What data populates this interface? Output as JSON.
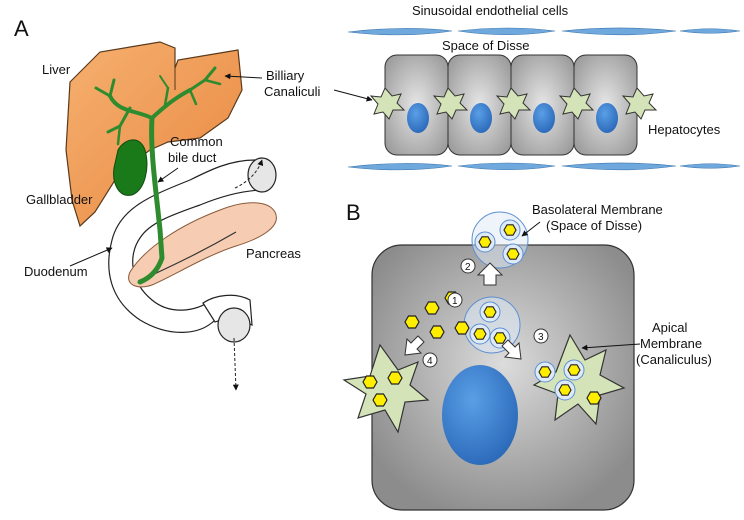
{
  "panels": {
    "a": "A",
    "b": "B"
  },
  "labels_a": {
    "liver": "Liver",
    "gallbladder": "Gallbladder",
    "common_bile_duct_1": "Common",
    "common_bile_duct_2": "bile duct",
    "duodenum": "Duodenum",
    "pancreas": "Pancreas",
    "canaliculi_1": "Billiary",
    "canaliculi_2": "Canaliculi",
    "sinusoidal": "Sinusoidal endothelial cells",
    "disse": "Space of Disse",
    "hepatocytes": "Hepatocytes"
  },
  "labels_b": {
    "basolateral_1": "Basolateral Membrane",
    "basolateral_2": "(Space of Disse)",
    "apical_1": "Apical",
    "apical_2": "Membrane",
    "apical_3": "(Canaliculus)"
  },
  "steps": [
    "1",
    "2",
    "3",
    "4"
  ],
  "colors": {
    "liver": "#f0a060",
    "bile_duct": "#2e8b2e",
    "gallbladder": "#1a7a1a",
    "pancreas": "#f6cdb2",
    "cell": "#c8c8c8",
    "nucleus": "#3a7fd0",
    "canaliculus": "#d5e4b8",
    "endothelium": "#6fa8dc",
    "hexagon": "#ffee00"
  }
}
